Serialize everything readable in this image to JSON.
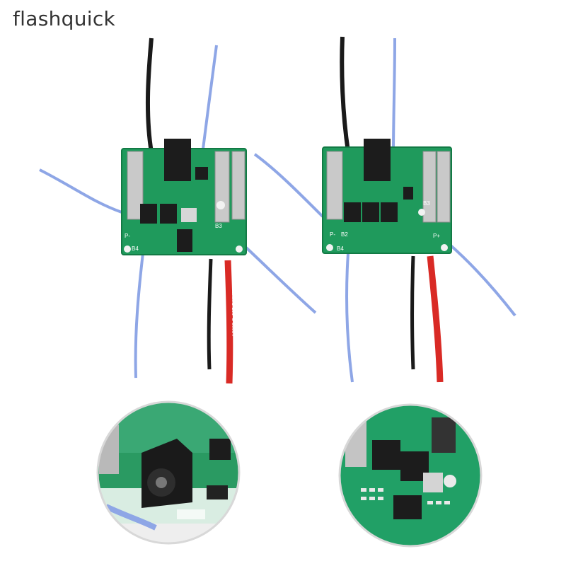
{
  "brand": {
    "name": "flashquick"
  },
  "colors": {
    "pcb": "#1f9a5c",
    "pcb_dark": "#137a45",
    "wire_blue": "#8ea6e6",
    "wire_black": "#1a1a1a",
    "wire_red": "#d92a25",
    "metal": "#c9c9c9",
    "chip": "#1c1c1c"
  },
  "board_labels": {
    "p_minus": "P-",
    "b2": "B2",
    "b3": "B3",
    "b4": "B4",
    "p_plus": "P+"
  },
  "wire_print": "UL 3239 18AWG 150°C 3000V"
}
